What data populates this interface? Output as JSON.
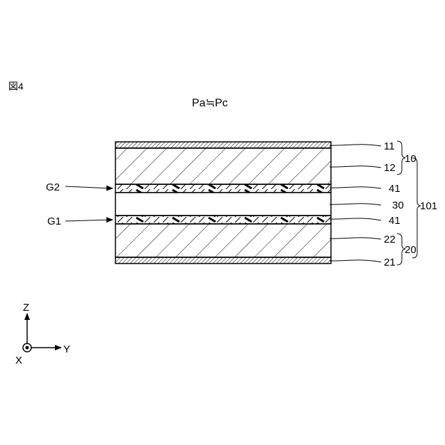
{
  "figure_label": "図4",
  "condition": "Pa≒Pc",
  "layers": {
    "l11": "11",
    "l12": "12",
    "l41_top": "41",
    "l30": "30",
    "l41_bottom": "41",
    "l22": "22",
    "l21": "21"
  },
  "groups": {
    "g10": "10",
    "g20": "20",
    "g101": "101"
  },
  "gaps": {
    "g2": "G2",
    "g1": "G1"
  },
  "axes": {
    "z": "Z",
    "y": "Y",
    "x": "X"
  }
}
